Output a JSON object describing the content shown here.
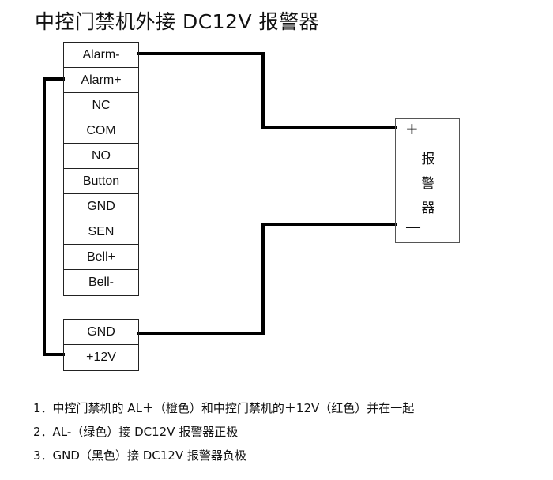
{
  "title": "中控门禁机外接 DC12V 报警器",
  "terminal_block_main": [
    "Alarm-",
    "Alarm+",
    "NC",
    "COM",
    "NO",
    "Button",
    "GND",
    "SEN",
    "Bell+",
    "Bell-"
  ],
  "terminal_block_power": [
    "GND",
    "+12V"
  ],
  "alarm": {
    "plus": "+",
    "minus": "—",
    "label": [
      "报",
      "警",
      "器"
    ]
  },
  "notes": [
    "1．中控门禁机的 AL＋（橙色）和中控门禁机的＋12V（红色）并在一起",
    "2．AL-（绿色）接 DC12V 报警器正极",
    "3．GND（黑色）接 DC12V 报警器负极"
  ],
  "wire_color": "#000000"
}
